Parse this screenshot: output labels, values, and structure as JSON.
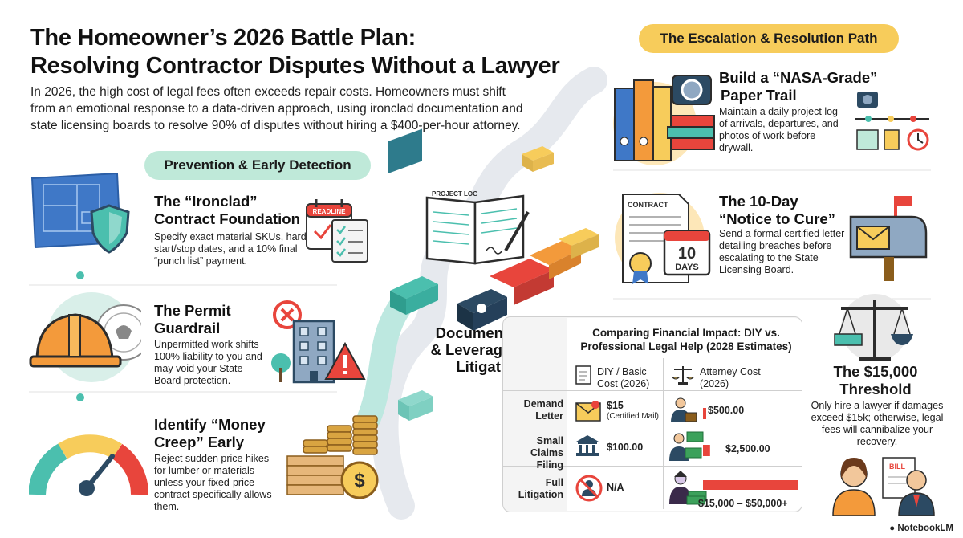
{
  "header": {
    "title_line1": "The Homeowner’s 2026 Battle Plan:",
    "title_line2": "Resolving Contractor Disputes Without a Lawyer",
    "intro": "In 2026, the high cost of legal fees often exceeds repair costs. Homeowners must shift from an emotional response to a data-driven approach, using ironclad documentation and state licensing boards to resolve 90% of disputes without hiring a $400-per-hour attorney."
  },
  "prevention": {
    "label": "Prevention & Early Detection",
    "items": [
      {
        "title_line1": "The “Ironclad”",
        "title_line2": "Contract Foundation",
        "body": "Specify exact material SKUs, hard start/stop dates, and a 10% final “punch list” payment.",
        "icon_text": "READLINE"
      },
      {
        "title_line1": "The Permit",
        "title_line2": "Guardrail",
        "body": "Unpermitted work shifts 100% liability to you and may void your State Board protection."
      },
      {
        "title_line1": "Identify “Money",
        "title_line2": "Creep” Early",
        "body": "Reject sudden price hikes for lumber or materials unless your fixed-price contract specifically allows them."
      }
    ]
  },
  "center": {
    "project_log_label": "PROJECT LOG",
    "caption_line1": "Documentation",
    "caption_line2": "& Leverage Over",
    "caption_line3": "Litigation"
  },
  "escalation": {
    "label": "The Escalation & Resolution Path",
    "items": [
      {
        "title_line1": "Build a “NASA-Grade”",
        "title_line2": "Paper Trail",
        "body": "Maintain a daily project log of arrivals, departures, and photos of work before drywall."
      },
      {
        "title_line1": "The 10-Day",
        "title_line2": "“Notice to Cure”",
        "body": "Send a formal certified letter detailing breaches before escalating to the State Licensing Board.",
        "contract_label": "CONTRACT",
        "days_number": "10",
        "days_label": "DAYS"
      }
    ]
  },
  "comparison": {
    "title_line1": "Comparing Financial Impact: DIY vs.",
    "title_line2": "Professional Legal Help (2028 Estimates)",
    "col1_line1": "DIY / Basic",
    "col1_line2": "Cost (2026)",
    "col2_line1": "Atterney Cost",
    "col2_line2": "(2026)",
    "rows": [
      {
        "label_line1": "Demand",
        "label_line2": "Letter",
        "diy": "$15",
        "diy_note": "(Certified Mail)",
        "attorney": "$500.00",
        "attorney_value": 500
      },
      {
        "label_line1": "Small Claims",
        "label_line2": "Filing",
        "diy": "$100.00",
        "diy_note": "",
        "attorney": "$2,500.00",
        "attorney_value": 2500
      },
      {
        "label_line1": "Full",
        "label_line2": "Litigation",
        "diy": "N/A",
        "diy_note": "",
        "attorney": "$15,000 – $50,000+",
        "attorney_value": 50000
      }
    ]
  },
  "threshold": {
    "title_line1": "The $15,000",
    "title_line2": "Threshold",
    "body": "Only hire a lawyer if damages exceed $15k; otherwise, legal fees will cannibalize your recovery.",
    "bill_label": "BILL"
  },
  "branding": {
    "label": "NotebookLM"
  },
  "colors": {
    "accent_green": "#bfe9d9",
    "accent_yellow": "#f7cc5b",
    "teal": "#4bbfae",
    "red": "#e8453c",
    "orange": "#f39a3b",
    "navy": "#2c4a63"
  }
}
